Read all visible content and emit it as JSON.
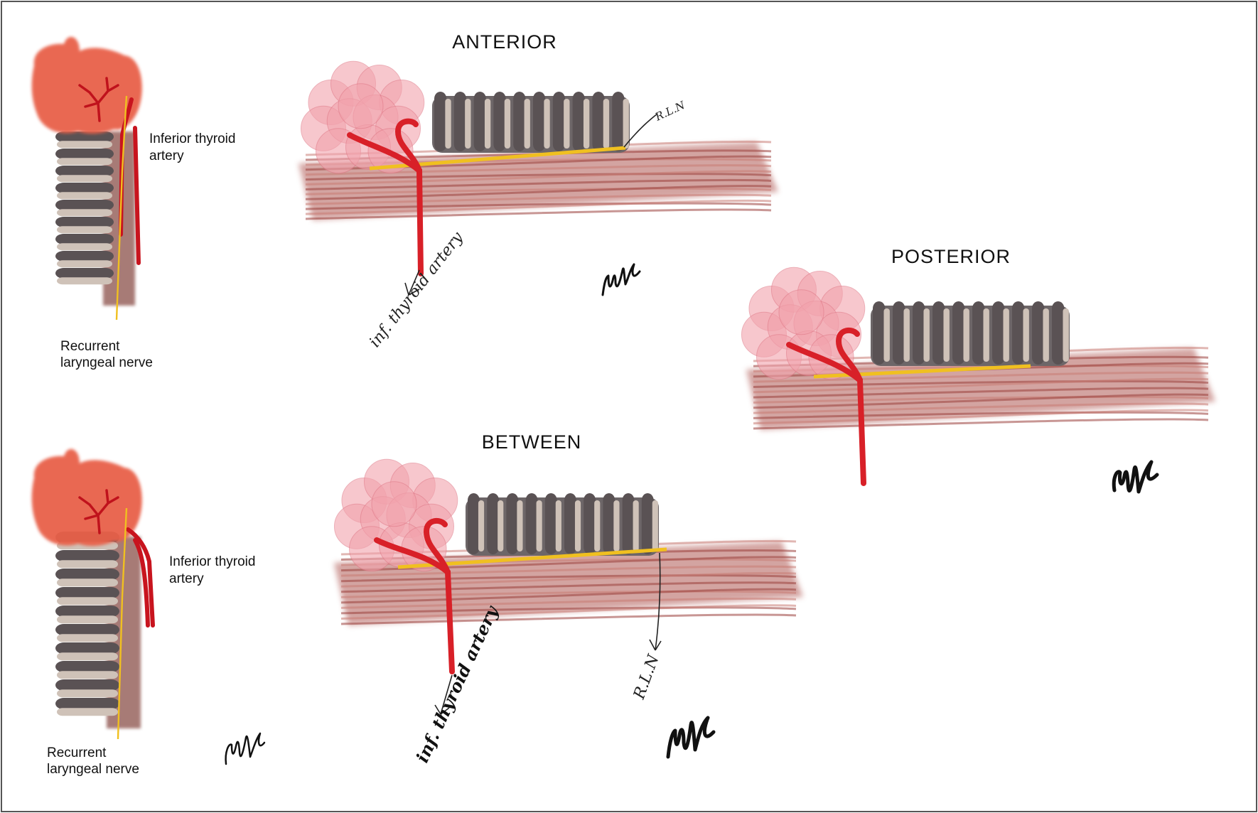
{
  "figure": {
    "views": {
      "anterior": {
        "title": "ANTERIOR",
        "artery_note": "inf. thyroid artery",
        "nerve_note": "R.L.N"
      },
      "posterior": {
        "title": "POSTERIOR"
      },
      "between": {
        "title": "BETWEEN",
        "artery_note": "inf. thyroid artery",
        "nerve_note": "R.L.N"
      }
    },
    "side_views": [
      {
        "artery_label_line1": "Inferior thyroid",
        "artery_label_line2": "artery",
        "nerve_label_line1": "Recurrent",
        "nerve_label_line2": "laryngeal nerve"
      },
      {
        "artery_label_line1": "Inferior thyroid",
        "artery_label_line2": "artery",
        "nerve_label_line1": "Recurrent",
        "nerve_label_line2": "laryngeal nerve"
      }
    ]
  },
  "colors": {
    "thyroid": "#e8604a",
    "thyroid_lobules": "#f2a3ad",
    "artery": "#d82028",
    "nerve": "#f0c020",
    "muscle": "#b05a55",
    "trachea_dark": "#5a5254",
    "trachea_light": "#cfc2b8"
  }
}
